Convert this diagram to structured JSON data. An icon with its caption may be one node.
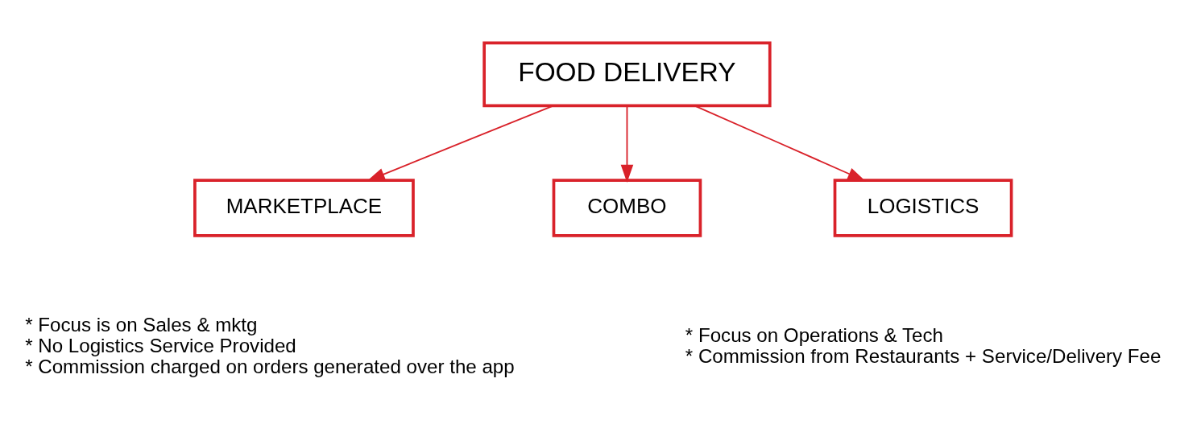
{
  "diagram": {
    "nodes": [
      {
        "text": [
          "FOOD DELIVERY"
        ]
      },
      {
        "text": [
          "MARKETPLACE"
        ],
        "beside": [
          "* Focus is on Sales & mktg",
          "* No Logistics Service Provided",
          "* Commission charged on orders generated over the app"
        ]
      },
      {
        "text": [
          "COMBO"
        ]
      },
      {
        "text": [
          "LOGISTICS"
        ],
        "beside": [
          "* Focus on Operations & Tech",
          "* Commission from Restaurants + Service/Delivery Fee"
        ]
      }
    ],
    "edges": [
      {
        "from": 0,
        "to": 1,
        "arrow": "to"
      },
      {
        "from": 0,
        "to": 2,
        "arrow": "to"
      },
      {
        "from": 0,
        "to": 3,
        "arrow": "to"
      }
    ]
  }
}
